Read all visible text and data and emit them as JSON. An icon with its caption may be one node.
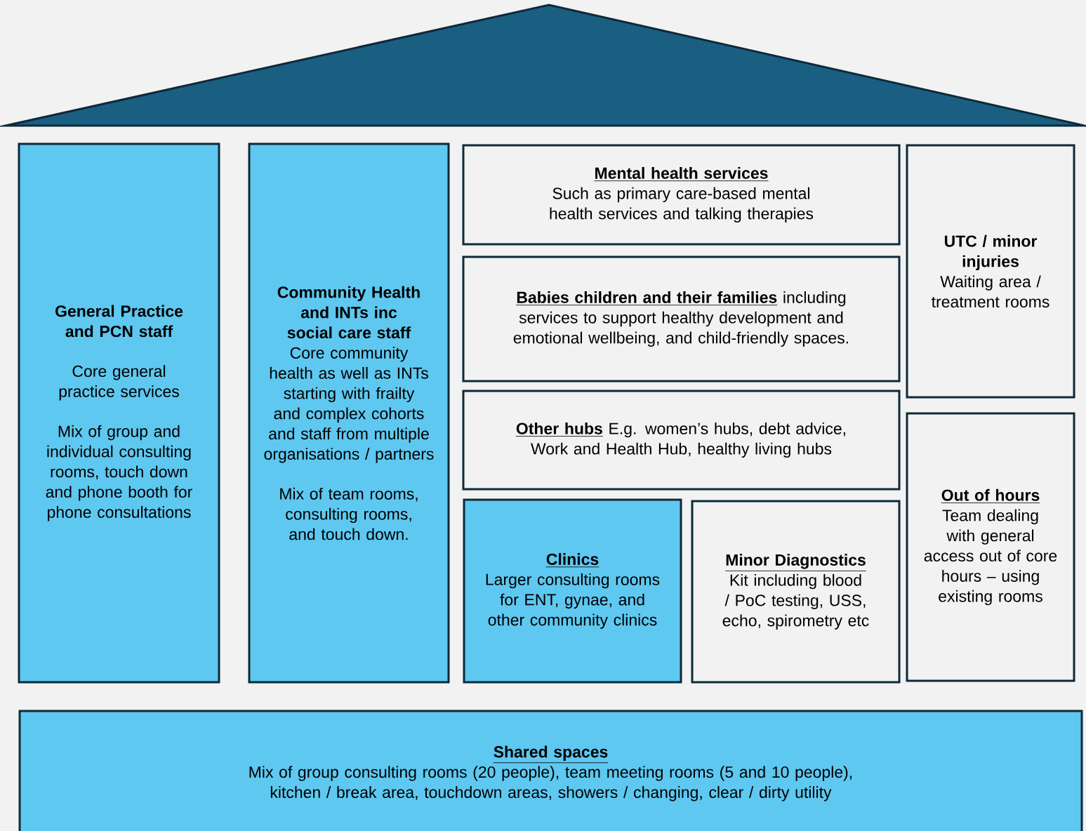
{
  "diagram": {
    "nodes": [
      {
        "text": [
          "General Practice and PCN staff",
          "Core general practice services",
          "Mix of group and individual consulting rooms, touch down and phone booth for phone consultations"
        ]
      },
      {
        "text": [
          "Community Health and INTs inc social care staff",
          "Core community health as well as INTs starting with frailty and complex cohorts and staff from multiple organisations / partners",
          "Mix of team rooms, consulting rooms, and touch down."
        ]
      },
      {
        "text": [
          "Mental health services",
          "Such as primary care-based mental health services and talking therapies"
        ]
      },
      {
        "text": [
          "Babies children and their families",
          "including services to support healthy development and emotional wellbeing, and child-friendly spaces."
        ]
      },
      {
        "text": [
          "Other hubs",
          "E.g. women’s hubs, debt advice, Work and Health Hub, healthy living hubs"
        ]
      },
      {
        "text": [
          "Clinics",
          "Larger consulting rooms for ENT, gynae, and other community clinics"
        ]
      },
      {
        "text": [
          "Minor Diagnostics",
          "Kit including blood / PoC testing, USS, echo, spirometry etc"
        ]
      },
      {
        "text": [
          "UTC / minor injuries",
          "Waiting area / treatment rooms"
        ]
      },
      {
        "text": [
          "Out of hours",
          "Team dealing with general access out of core hours – using existing rooms"
        ]
      },
      {
        "text": [
          "Shared spaces",
          "Mix of group consulting rooms (20 people), team meeting rooms (5 and 10 people), kitchen / break area, touchdown areas, showers / changing, clear / dirty utility"
        ]
      }
    ]
  }
}
